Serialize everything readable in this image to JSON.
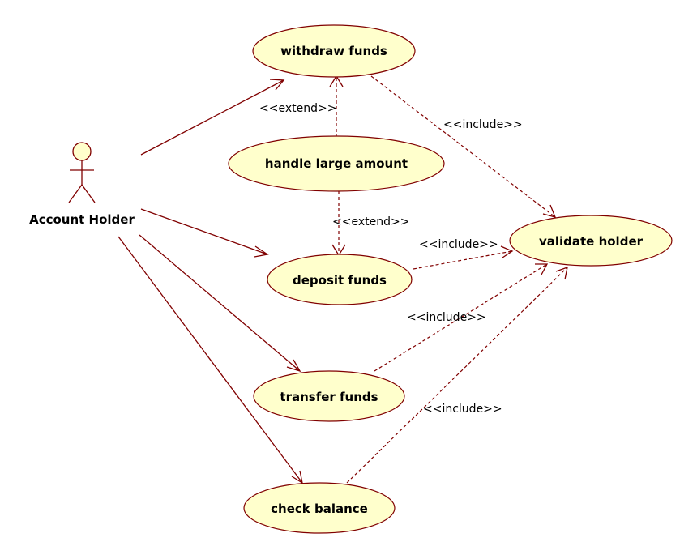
{
  "actor": {
    "name": "Account Holder"
  },
  "use_cases": {
    "withdraw": "withdraw funds",
    "large": "handle large amount",
    "deposit": "deposit funds",
    "validate": "validate holder",
    "transfer": "transfer funds",
    "balance": "check balance"
  },
  "relations": {
    "extend_withdraw": "<<extend>>",
    "extend_deposit": "<<extend>>",
    "include_withdraw": "<<include>>",
    "include_deposit": "<<include>>",
    "include_transfer": "<<include>>",
    "include_balance": "<<include>>"
  },
  "colors": {
    "line": "#800000",
    "fill": "#ffffcc"
  }
}
